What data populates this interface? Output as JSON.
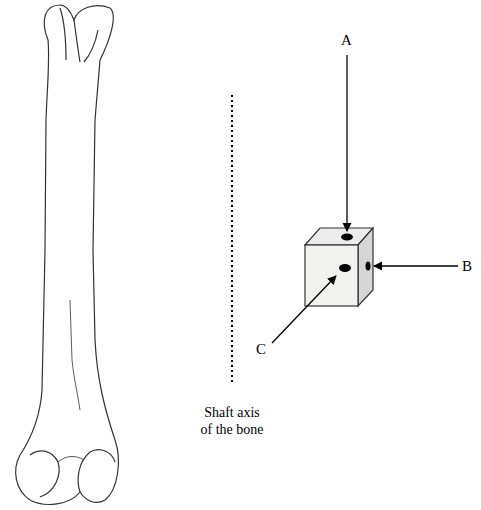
{
  "diagram": {
    "labels": [
      "A",
      "B",
      "C",
      "Shaft axis of the bone"
    ]
  }
}
